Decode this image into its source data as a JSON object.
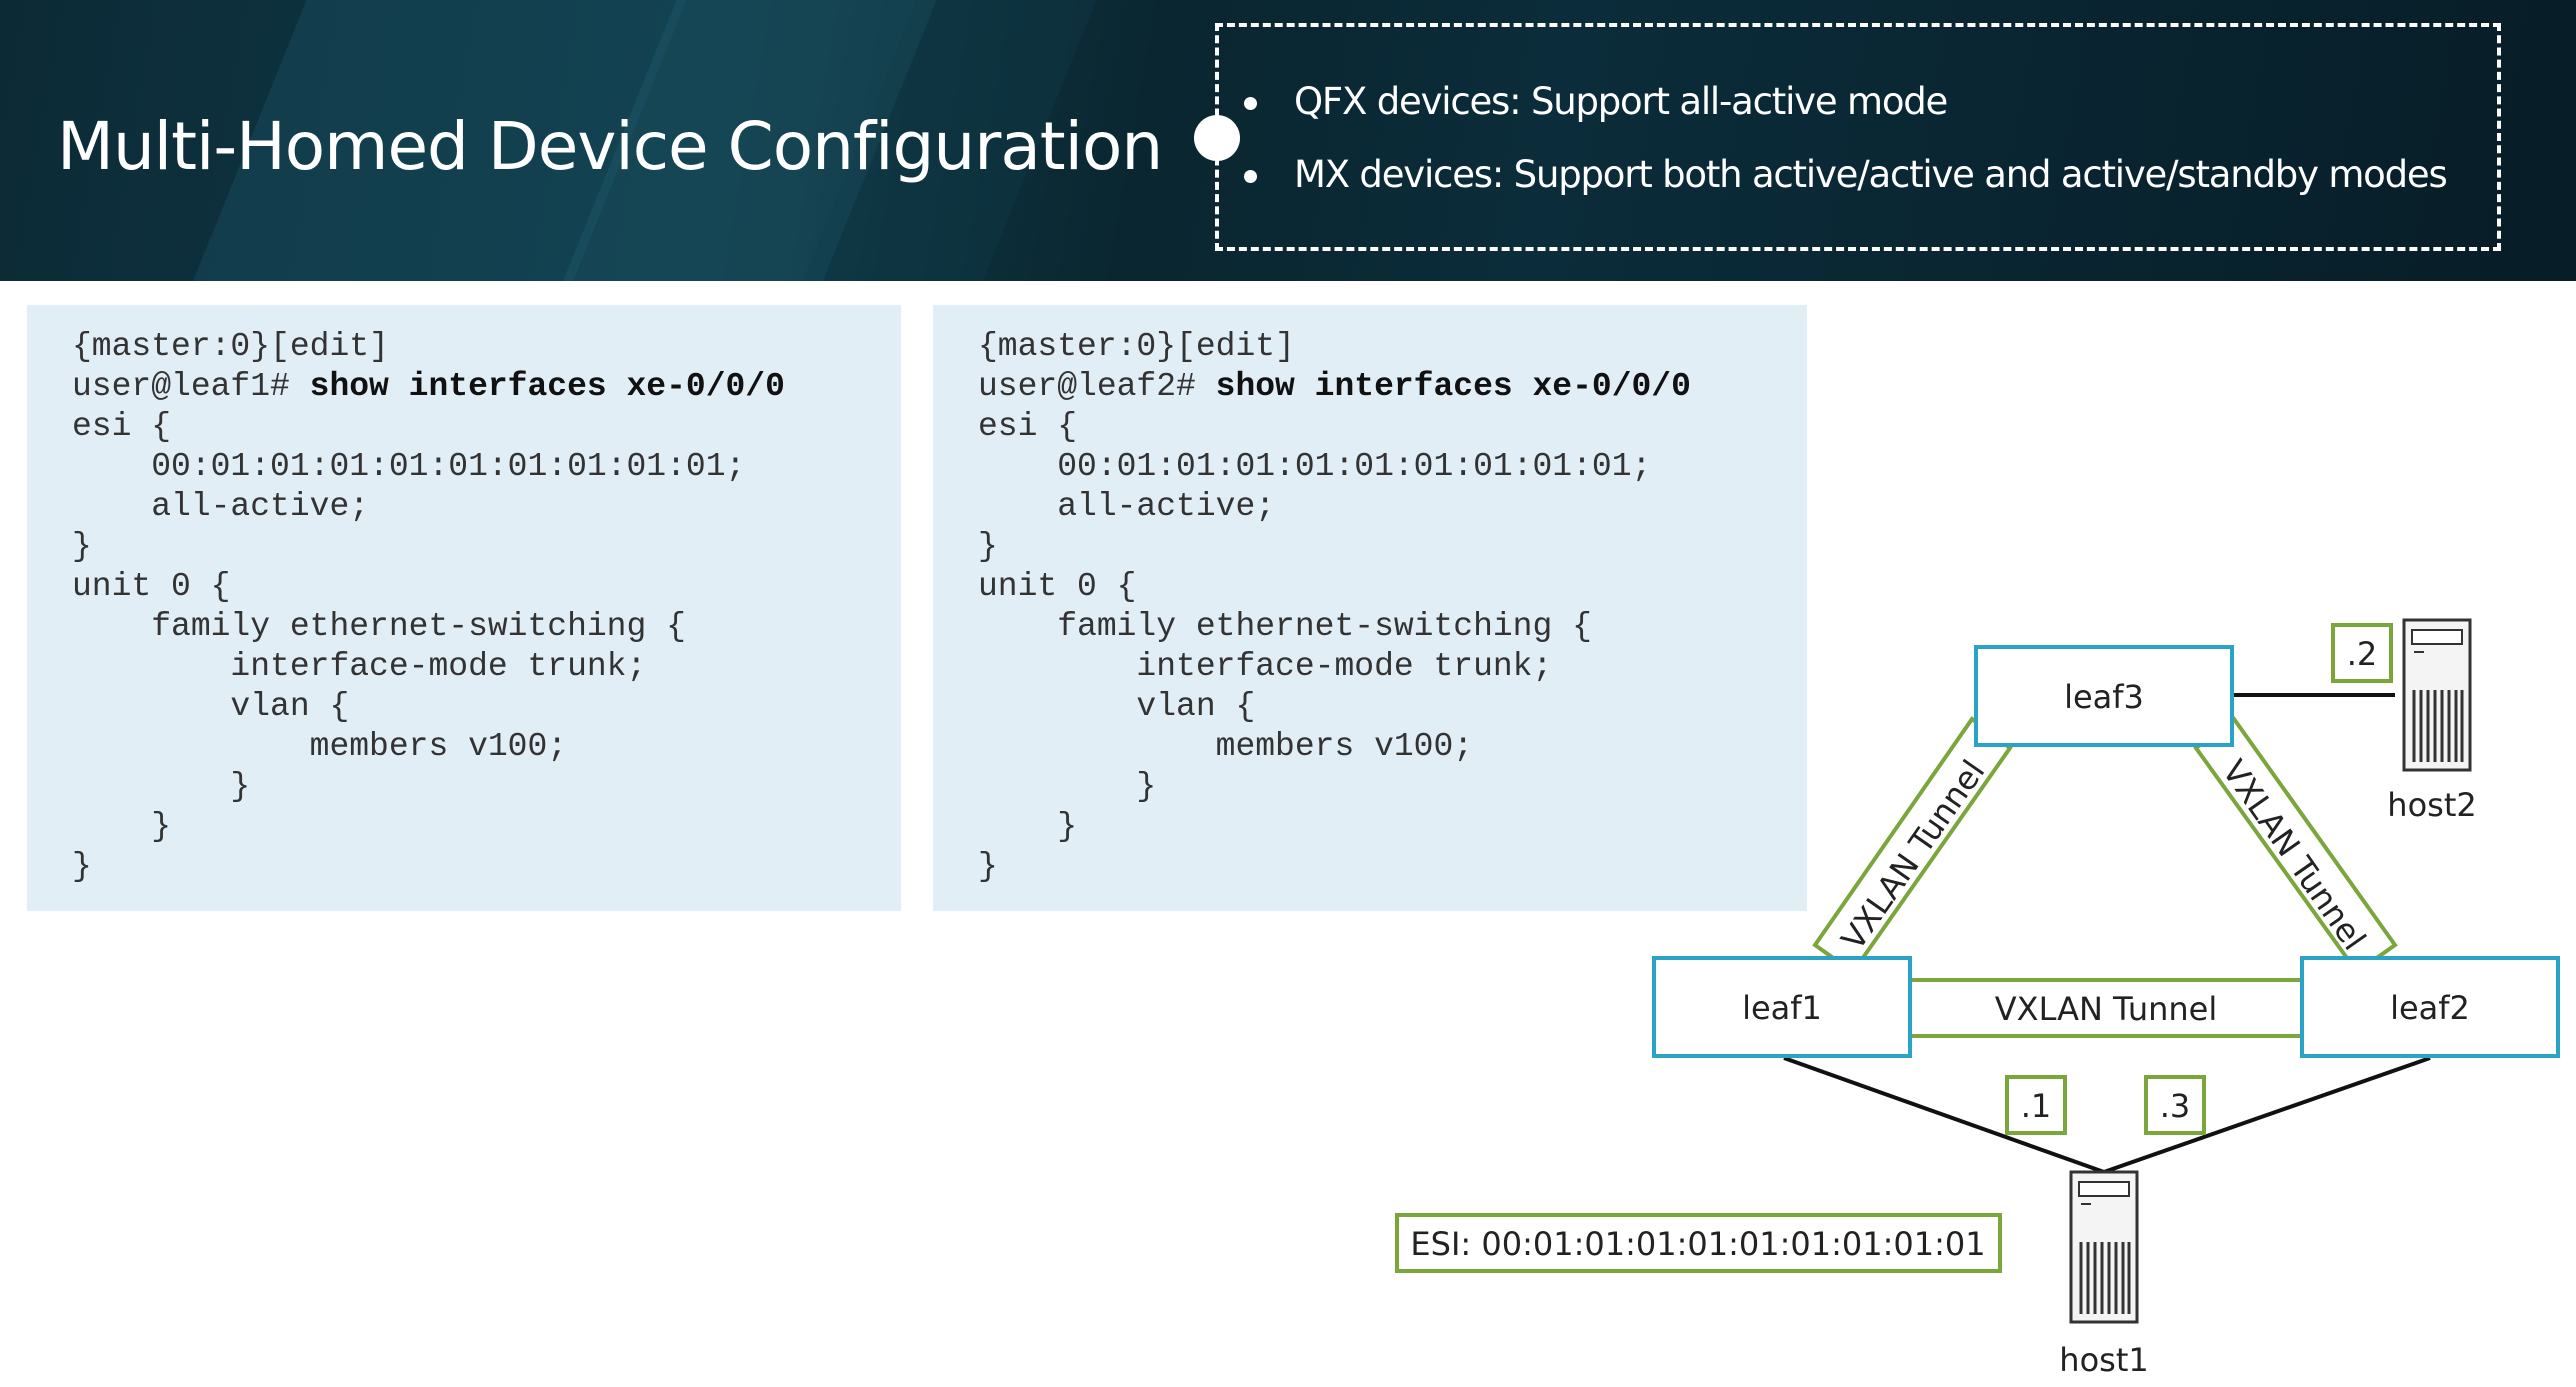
{
  "header": {
    "title": "Multi-Homed Device Configuration",
    "bullets": [
      "QFX devices: Support all-active mode",
      "MX devices: Support both active/active and active/standby modes"
    ]
  },
  "panels": [
    {
      "device": "leaf1",
      "prompt": "{master:0}[edit]",
      "user_prompt": "user@leaf1# ",
      "command": "show interfaces xe-0/0/0",
      "lines": [
        "esi {",
        "    00:01:01:01:01:01:01:01:01:01;",
        "    all-active;",
        "}",
        "unit 0 {",
        "    family ethernet-switching {",
        "        interface-mode trunk;",
        "        vlan {",
        "            members v100;",
        "        }",
        "    }",
        "}"
      ]
    },
    {
      "device": "leaf2",
      "prompt": "{master:0}[edit]",
      "user_prompt": "user@leaf2# ",
      "command": "show interfaces xe-0/0/0",
      "lines": [
        "esi {",
        "    00:01:01:01:01:01:01:01:01:01;",
        "    all-active;",
        "}",
        "unit 0 {",
        "    family ethernet-switching {",
        "        interface-mode trunk;",
        "        vlan {",
        "            members v100;",
        "        }",
        "    }",
        "}"
      ]
    }
  ],
  "diagram": {
    "nodes": {
      "leaf1": "leaf1",
      "leaf2": "leaf2",
      "leaf3": "leaf3"
    },
    "hosts": {
      "host1": "host1",
      "host2": "host2"
    },
    "tunnels": {
      "left": "VXLAN Tunnel",
      "right": "VXLAN Tunnel",
      "bottom": "VXLAN Tunnel"
    },
    "addresses": {
      "host2": ".2",
      "leaf1_link": ".1",
      "leaf2_link": ".3"
    },
    "esi_label": "ESI: 00:01:01:01:01:01:01:01:01:01"
  },
  "colors": {
    "leaf_border": "#2aa3c4",
    "tunnel_border": "#7ba63c",
    "banner": "#0c2a36",
    "code_bg": "#e2eef5"
  }
}
